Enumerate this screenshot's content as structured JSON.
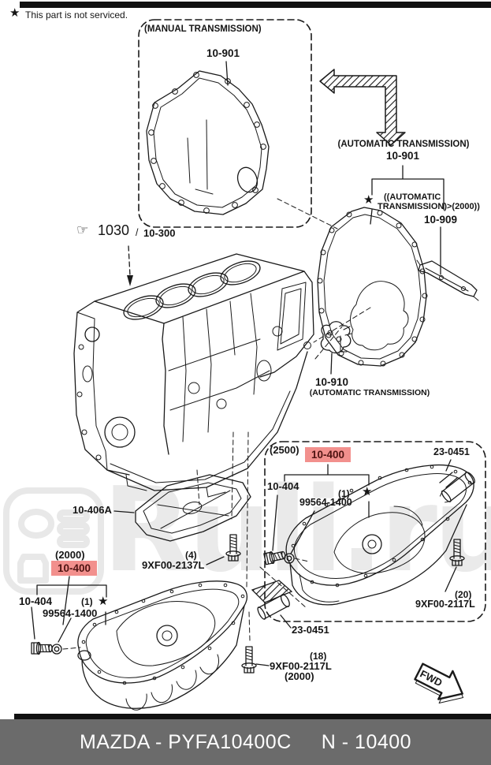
{
  "colors": {
    "highlight_bg": "#f2908d",
    "highlight_text": "#4f1412",
    "footer_bg": "#6b6b6b",
    "watermark_gray": "#eaeaea",
    "line": "#1a1a1a"
  },
  "header": {
    "star": "★",
    "note": "This part is not serviced."
  },
  "manual_box": {
    "title": "(MANUAL TRANSMISSION)",
    "part": "10-901"
  },
  "auto_group": {
    "title": "(AUTOMATIC TRANSMISSION)",
    "part": "10-901",
    "star": "★",
    "cond_line1": "((AUTOMATIC",
    "cond_line2": "TRANSMISSION)>(2000))",
    "cond_part": "10-909",
    "sensor_part": "10-910",
    "sensor_note": "(AUTOMATIC TRANSMISSION)"
  },
  "block_ref": {
    "hand_icon": "☞",
    "number": "1030",
    "separator": "/",
    "code": "10-300"
  },
  "baffle": {
    "part": "10-406A"
  },
  "box_2500": {
    "title": "(2500)",
    "main_part": "10-400",
    "hose_part": "23-0451",
    "plug_part": "10-404",
    "washer_qty": "(1)",
    "washer_part": "99564-1400",
    "star": "★",
    "bolt_qty": "(20)",
    "bolt_part": "9XF00-2117L"
  },
  "group_2000": {
    "title": "(2000)",
    "main_part": "10-400",
    "plug_part": "10-404",
    "washer_qty": "(1)",
    "star": "★",
    "washer_part": "99564-1400",
    "bolt4_qty": "(4)",
    "bolt4_part": "9XF00-2137L",
    "hose_part": "23-0451",
    "bolt18_qty": "(18)",
    "bolt18_part": "9XF00-2117L",
    "bolt18_note": "(2000)"
  },
  "fwd_arrow": {
    "label": "FWD"
  },
  "watermark": {
    "text": "Ruli.ru"
  },
  "footer": {
    "brand_code": "MAZDA - PYFA10400C",
    "catalog_code": "N - 10400"
  }
}
